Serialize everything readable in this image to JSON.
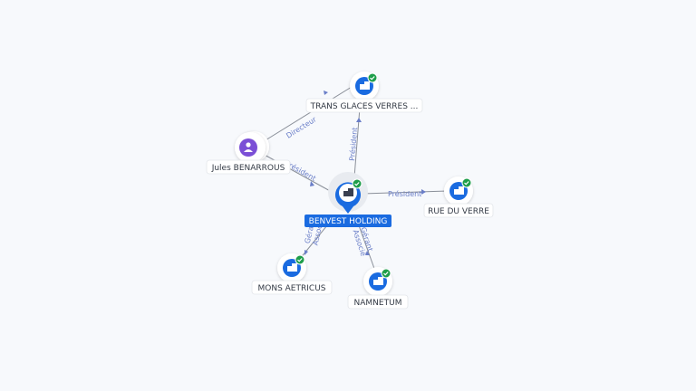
{
  "colors": {
    "company_blue": "#1a6be0",
    "person_purple": "#7b4fd6",
    "check_green": "#1e9e4a",
    "edge_label": "#6a7ec8"
  },
  "nodes": {
    "center": {
      "label": "BENVEST HOLDING",
      "kind": "company",
      "icon": "building-icon",
      "verified": true
    },
    "trans": {
      "label": "TRANS GLACES VERRES ...",
      "kind": "company",
      "icon": "building-icon",
      "verified": true
    },
    "jules": {
      "label": "Jules BENARROUS",
      "kind": "person",
      "icon": "person-icon",
      "verified": false
    },
    "rue": {
      "label": "RUE DU VERRE",
      "kind": "company",
      "icon": "building-icon",
      "verified": true
    },
    "mons": {
      "label": "MONS AETRICUS",
      "kind": "company",
      "icon": "building-icon",
      "verified": true
    },
    "namnetum": {
      "label": "NAMNETUM",
      "kind": "company",
      "icon": "building-icon",
      "verified": true
    }
  },
  "edges": {
    "jules_trans": {
      "label": "Directeur"
    },
    "jules_center": {
      "label": "Président"
    },
    "center_trans": {
      "label": "Président"
    },
    "center_rue": {
      "label": "Président"
    },
    "center_mons": {
      "label": "Gérant\nAssocié"
    },
    "center_namnetum": {
      "label": "Gérant\nAssocié"
    }
  }
}
